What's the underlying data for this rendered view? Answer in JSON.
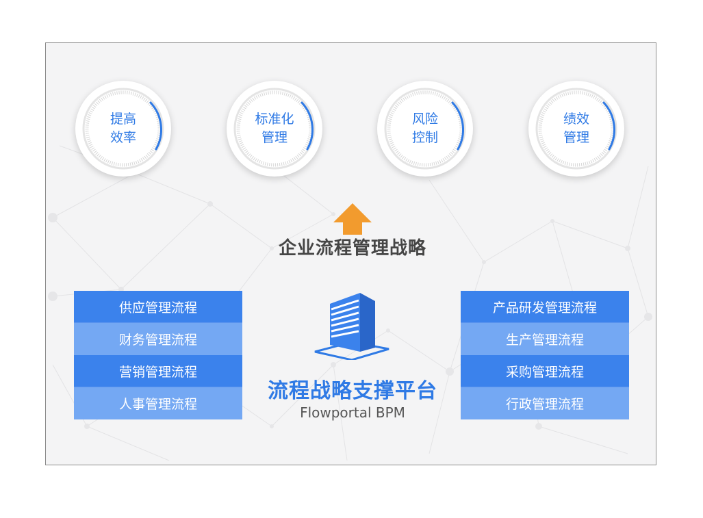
{
  "goals": [
    {
      "line1": "提高",
      "line2": "效率"
    },
    {
      "line1": "标准化",
      "line2": "管理"
    },
    {
      "line1": "风险",
      "line2": "控制"
    },
    {
      "line1": "绩效",
      "line2": "管理"
    }
  ],
  "strategy_title": "企业流程管理战略",
  "left_processes": [
    "供应管理流程",
    "财务管理流程",
    "营销管理流程",
    "人事管理流程"
  ],
  "right_processes": [
    "产品研发管理流程",
    "生产管理流程",
    "采购管理流程",
    "行政管理流程"
  ],
  "platform": {
    "title": "流程战略支撑平台",
    "subtitle": "Flowportal BPM"
  },
  "colors": {
    "accent_blue": "#2f7ae5",
    "dark_bar": "#3b82ec",
    "light_bar": "#74a8f3",
    "arrow_orange": "#f29b2e"
  }
}
